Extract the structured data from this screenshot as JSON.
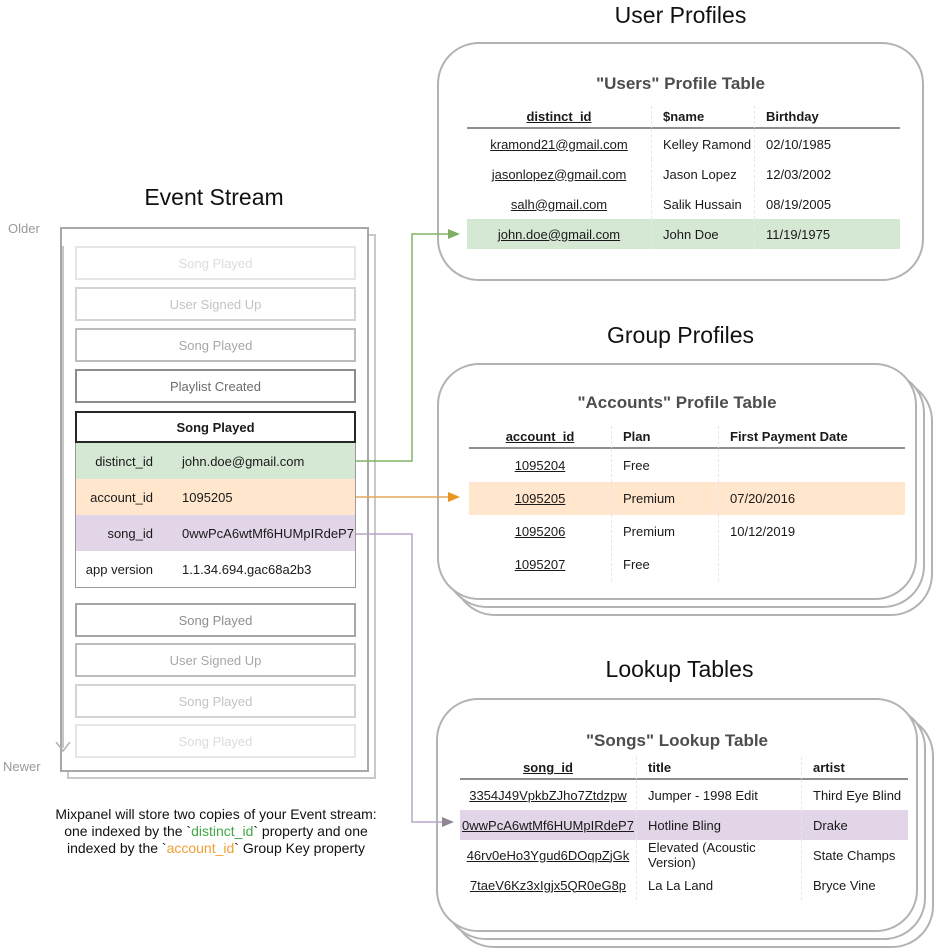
{
  "event_stream": {
    "title": "Event Stream",
    "older_label": "Older",
    "newer_label": "Newer",
    "events_before": [
      "Song Played",
      "User Signed Up",
      "Song Played",
      "Playlist Created"
    ],
    "expanded_event": {
      "title": "Song Played",
      "properties": [
        {
          "key": "distinct_id",
          "value": "john.doe@gmail.com",
          "highlight": "green"
        },
        {
          "key": "account_id",
          "value": "1095205",
          "highlight": "orange"
        },
        {
          "key": "song_id",
          "value": "0wwPcA6wtMf6HUMpIRdeP7",
          "highlight": "purple"
        },
        {
          "key": "app version",
          "value": "1.1.34.694.gac68a2b3",
          "highlight": "none"
        }
      ]
    },
    "events_after": [
      "Song Played",
      "User Signed Up",
      "Song Played",
      "Song Played"
    ],
    "caption_lines": [
      [
        {
          "text": "Mixpanel will store two copies of your Event stream:"
        }
      ],
      [
        {
          "text": "one indexed by the `"
        },
        {
          "text": "distinct_id",
          "color": "green"
        },
        {
          "text": "` property and one"
        }
      ],
      [
        {
          "text": "indexed by the `"
        },
        {
          "text": "account_id",
          "color": "orange"
        },
        {
          "text": "` Group Key property"
        }
      ]
    ]
  },
  "user_profiles": {
    "section_title": "User Profiles",
    "table_title": "\"Users\" Profile Table",
    "columns": [
      "distinct_id",
      "$name",
      "Birthday"
    ],
    "rows": [
      [
        "kramond21@gmail.com",
        "Kelley Ramond",
        "02/10/1985"
      ],
      [
        "jasonlopez@gmail.com",
        "Jason Lopez",
        "12/03/2002"
      ],
      [
        "salh@gmail.com",
        "Salik Hussain",
        "08/19/2005"
      ],
      [
        "john.doe@gmail.com",
        "John Doe",
        "11/19/1975"
      ]
    ],
    "highlight": {
      "row": 3,
      "color": "green"
    }
  },
  "group_profiles": {
    "section_title": "Group Profiles",
    "table_title": "\"Accounts\" Profile Table",
    "columns": [
      "account_id",
      "Plan",
      "First Payment Date"
    ],
    "rows": [
      [
        "1095204",
        "Free",
        ""
      ],
      [
        "1095205",
        "Premium",
        "07/20/2016"
      ],
      [
        "1095206",
        "Premium",
        "10/12/2019"
      ],
      [
        "1095207",
        "Free",
        ""
      ]
    ],
    "highlight": {
      "row": 1,
      "color": "orange"
    }
  },
  "lookup_tables": {
    "section_title": "Lookup Tables",
    "table_title": "\"Songs\" Lookup Table",
    "columns": [
      "song_id",
      "title",
      "artist"
    ],
    "rows": [
      [
        "3354J49VpkbZJho7Ztdzpw",
        "Jumper - 1998 Edit",
        "Third Eye Blind"
      ],
      [
        "0wwPcA6wtMf6HUMpIRdeP7",
        "Hotline Bling",
        "Drake"
      ],
      [
        "46rv0eHo3Ygud6DOqpZjGk",
        "Elevated (Acoustic Version)",
        "State Champs"
      ],
      [
        "7taeV6Kz3xIgjx5QR0eG8p",
        "La La Land",
        "Bryce Vine"
      ]
    ],
    "highlight": {
      "row": 1,
      "color": "purple"
    }
  },
  "colors": {
    "green_fill": "#d5e8d4",
    "green_stroke": "#82b366",
    "orange_fill": "#ffe6cc",
    "orange_stroke": "#e3a85c",
    "purple_fill": "#e1d5e7",
    "purple_stroke": "#b7a6c8",
    "caption_green": "#3fa845",
    "caption_orange": "#f0a135",
    "card_border": "#b3b3b3"
  }
}
